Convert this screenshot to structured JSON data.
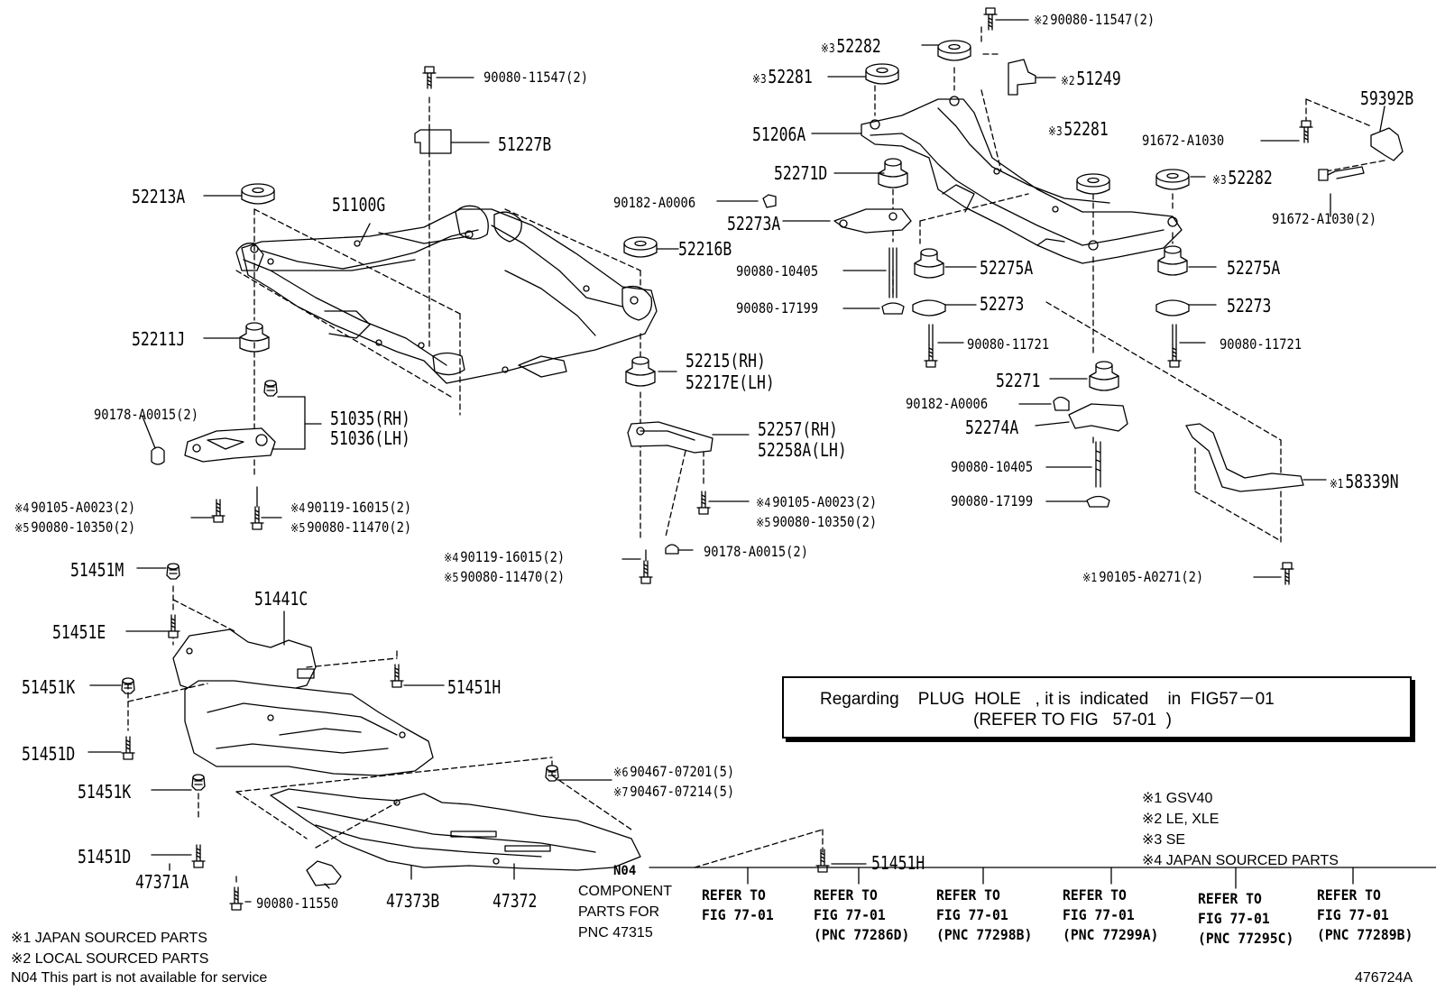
{
  "parts": {
    "p_90080_11547_top": "90080-11547(2)",
    "p_51227B": "51227B",
    "p_52213A": "52213A",
    "p_51100G": "51100G",
    "p_90182_A0006_a": "90182-A0006",
    "p_52216B": "52216B",
    "p_52211J": "52211J",
    "p_52215": "52215(RH)",
    "p_52217E": "52217E(LH)",
    "p_90178_A0015_a": "90178-A0015(2)",
    "p_51035": "51035(RH)",
    "p_51036": "51036(LH)",
    "p_52257": "52257(RH)",
    "p_52258A": "52258A(LH)",
    "p_90105_A0023_a": "90105-A0023(2)",
    "p_90080_10350_a": "90080-10350(2)",
    "p_90119_16015_a": "90119-16015(2)",
    "p_90080_11470_a": "90080-11470(2)",
    "p_90105_A0023_b": "90105-A0023(2)",
    "p_90080_10350_b": "90080-10350(2)",
    "p_90119_16015_b": "90119-16015(2)",
    "p_90080_11470_b": "90080-11470(2)",
    "p_90178_A0015_b": "90178-A0015(2)",
    "p_90080_11547_r": "90080-11547(2)",
    "p_52282_a": "52282",
    "p_52281_a": "52281",
    "p_51249": "51249",
    "p_51206A": "51206A",
    "p_59392B": "59392B",
    "p_52281_b": "52281",
    "p_91672_A1030": "91672-A1030",
    "p_52271D": "52271D",
    "p_52282_b": "52282",
    "p_91672_A1030_2": "91672-A1030(2)",
    "p_52273A": "52273A",
    "p_90080_10405_a": "90080-10405",
    "p_52275A_a": "52275A",
    "p_52275A_b": "52275A",
    "p_90080_17199_a": "90080-17199",
    "p_52273_a": "52273",
    "p_52273_b": "52273",
    "p_90080_11721_a": "90080-11721",
    "p_90080_11721_b": "90080-11721",
    "p_52271": "52271",
    "p_90182_A0006_b": "90182-A0006",
    "p_52274A": "52274A",
    "p_90080_10405_b": "90080-10405",
    "p_90080_17199_b": "90080-17199",
    "p_58339N": "58339N",
    "p_90105_A0271": "90105-A0271(2)",
    "p_51451M": "51451M",
    "p_51441C": "51441C",
    "p_51451E": "51451E",
    "p_51451K_a": "51451K",
    "p_51451H_a": "51451H",
    "p_51451D_a": "51451D",
    "p_90467_07201": "90467-07201(5)",
    "p_90467_07214": "90467-07214(5)",
    "p_51451K_b": "51451K",
    "p_51451D_b": "51451D",
    "p_47371A": "47371A",
    "p_90080_11550": "90080-11550",
    "p_47373B": "47373B",
    "p_47372": "47372",
    "p_51451H_b": "51451H"
  },
  "marks": {
    "m1": "※1",
    "m2": "※2",
    "m3": "※3",
    "m4": "※4",
    "m5": "※5",
    "m6": "※6",
    "m7": "※7"
  },
  "note": {
    "line1": "Regarding    PLUG  HOLE   , it is  indicated    in  FIG57－01",
    "line2": "(REFER TO FIG   57-01  )"
  },
  "legend_right": [
    "※1 GSV40",
    "※2 LE, XLE",
    "※3 SE",
    "※4 JAPAN SOURCED PARTS"
  ],
  "legend_bottom": [
    "※1 JAPAN SOURCED PARTS",
    "※2 LOCAL SOURCED PARTS",
    "N04 This part is not available for service"
  ],
  "component_note": {
    "code": "N04",
    "line1": "COMPONENT",
    "line2": "PARTS FOR",
    "line3": "PNC 47315"
  },
  "refers": [
    {
      "l1": "REFER TO",
      "l2": "FIG 77-01",
      "l3": ""
    },
    {
      "l1": "REFER TO",
      "l2": "FIG 77-01",
      "l3": "(PNC 77286D)"
    },
    {
      "l1": "REFER TO",
      "l2": "FIG 77-01",
      "l3": "(PNC 77298B)"
    },
    {
      "l1": "REFER TO",
      "l2": "FIG 77-01",
      "l3": "(PNC 77299A)"
    },
    {
      "l1": "REFER TO",
      "l2": "FIG 77-01",
      "l3": "(PNC 77295C)"
    },
    {
      "l1": "REFER TO",
      "l2": "FIG 77-01",
      "l3": "(PNC 77289B)"
    }
  ],
  "figure_id": "476724A"
}
